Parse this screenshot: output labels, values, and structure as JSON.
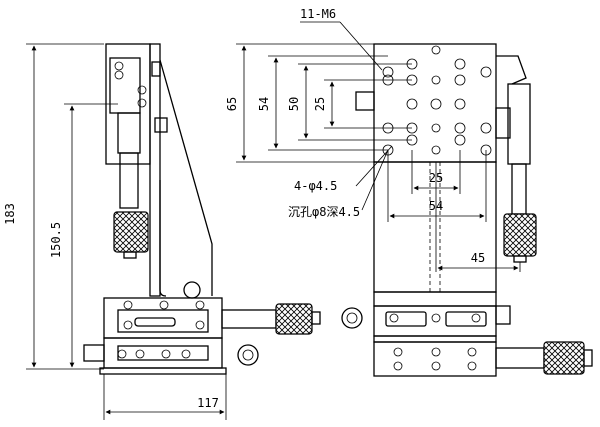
{
  "dimensions": {
    "thread_callout": "11-M6",
    "hole_callout": "4-φ4.5",
    "counterbore_callout": "沉孔φ8深4.5",
    "d183": "183",
    "d150_5": "150.5",
    "d117": "117",
    "d65": "65",
    "d54_v": "54",
    "d50": "50",
    "d25_v": "25",
    "d25_h": "25",
    "d54_h": "54",
    "d45": "45"
  },
  "icons": {
    "micrometer": "micrometer-icon",
    "lock_knob": "lock-knob-icon",
    "screw": "screw-icon"
  }
}
